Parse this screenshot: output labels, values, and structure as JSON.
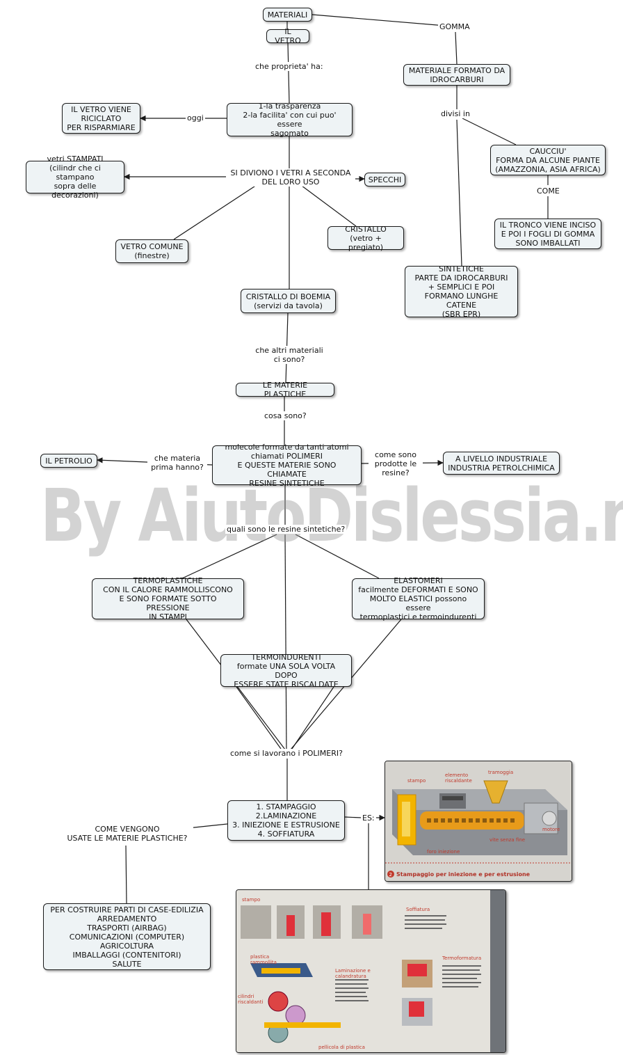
{
  "nodes": {
    "materiali": "MATERIALI",
    "vetro": "IL VETRO",
    "proprieta": "1-la trasparenza\n2-la facilita' con cui puo' essere\nsagomato",
    "riciclato": "IL VETRO VIENE\nRICICLATO\nPER RISPARMIARE",
    "stampati": "vetri STAMPATI\n(cilindr che ci stampano\nsopra delle decorazioni)",
    "specchi": "SPECCHI",
    "vetro_comune": "VETRO COMUNE\n(finestre)",
    "cristallo": "CRISTALLO\n(vetro + pregiato)",
    "boemia": "CRISTALLO DI BOEMIA\n(servizi da tavola)",
    "materie_plastiche": "LE MATERIE PLASTICHE",
    "molecole": "molecole formate da tanti atomi\nchiamati POLIMERI\nE QUESTE MATERIE SONO CHIAMATE\nRESINE SINTETICHE",
    "petrolio": "IL PETROLIO",
    "industriale": "A LIVELLO INDUSTRIALE\nINDUSTRIA PETROLCHIMICA",
    "termoplastiche": "TERMOPLASTICHE\nCON IL CALORE RAMMOLLISCONO\nE SONO FORMATE SOTTO PRESSIONE\nIN STAMPI",
    "elastomeri": "ELASTOMERI\nfacilmente DEFORMATI E SONO\nMOLTO ELASTICI possono essere\ntermoplastici e termoindurenti",
    "termoindurenti": "TERMOINDURENTI\nformate UNA SOLA VOLTA DOPO\nESSERE STATE RISCALDATE",
    "lavorazioni": "1. STAMPAGGIO\n2.LAMINAZIONE\n3. INIEZIONE E ESTRUSIONE\n4. SOFFIATURA",
    "usi": "PER COSTRUIRE PARTI DI CASE-EDILIZIA\nARREDAMENTO\nTRASPORTI (AIRBAG)\nCOMUNICAZIONI (COMPUTER)\nAGRICOLTURA\nIMBALLAGGI (CONTENITORI)\nSALUTE",
    "idrocarburi": "MATERIALE FORMATO DA\nIDROCARBURI",
    "caucciu": "CAUCCIU'\nFORMA DA ALCUNE PIANTE\n(AMAZZONIA, ASIA AFRICA)",
    "tronco": "IL TRONCO VIENE INCISO\nE POI I FOGLI DI GOMMA\nSONO IMBALLATI",
    "sintetiche": "SINTETICHE\nPARTE DA IDROCARBURI\n+ SEMPLICI E POI\nFORMANO LUNGHE CATENE\n(SBR EPR)"
  },
  "labels": {
    "gomma": "GOMMA",
    "che_proprieta": "che proprieta' ha:",
    "oggi": "oggi",
    "si_dividono": "SI DIVIONO I VETRI A SECONDA\nDEL LORO USO",
    "altri_materiali": "che altri materiali\nci sono?",
    "cosa_sono": "cosa sono?",
    "che_materia": "che materia\nprima hanno?",
    "come_prodotte": "come sono\nprodotte le\nresine?",
    "quali_resine": "quali sono le resine sintetiche?",
    "come_lavorano": "come si lavorano i POLIMERI?",
    "come_usate": "COME VENGONO\nUSATE LE MATERIE PLASTICHE?",
    "es": "ES:",
    "divisi_in": "divisi in",
    "come": "COME"
  },
  "watermark": "By AiutoDislessia.net",
  "photo1": {
    "labels": [
      "stampo",
      "elemento\nriscaldante",
      "tramoggia",
      "motore",
      "vite senza fine",
      "foro iniezione"
    ],
    "caption": "Stampaggio per iniezione e per estrusione",
    "caption_num": "2"
  },
  "photo2": {
    "labels": [
      "stampo",
      "plastica\nrammollita",
      "cilindri\nriscaldanti",
      "pellicola di plastica",
      "Soffiatura",
      "Laminazione e\ncalandratura",
      "Termoformatura"
    ]
  },
  "colors": {
    "node_fill": "#eef3f5",
    "line": "#1a1a1a",
    "watermark": "#969696",
    "accent_red": "#c0392b",
    "accent_yellow": "#f2b400"
  },
  "icons": [
    "arrow-head-icon"
  ]
}
